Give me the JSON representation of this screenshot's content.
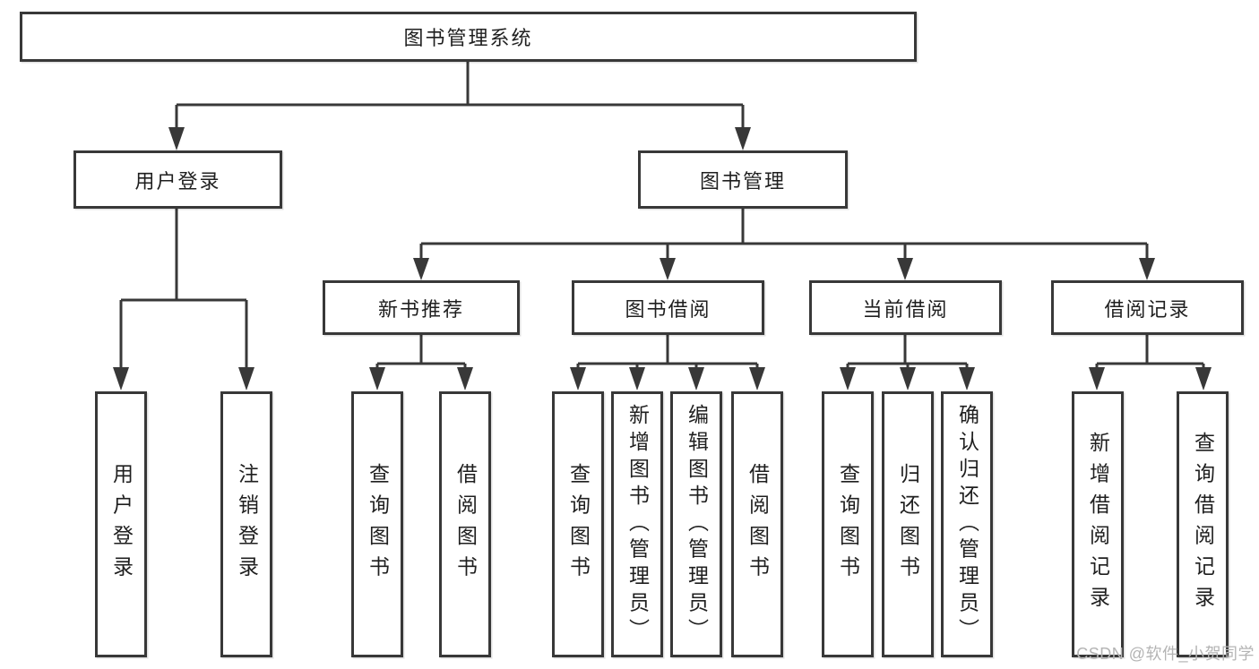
{
  "watermark": "CSDN @软件_小贺同学",
  "colors": {
    "line": "#383838",
    "box_border": "#383838",
    "text": "#1f1f1f",
    "watermark": "#b4b4b4",
    "background": "#ffffff"
  },
  "tree": {
    "label": "图书管理系统",
    "children": [
      {
        "label": "用户登录",
        "children": [
          {
            "label": "用户登录"
          },
          {
            "label": "注销登录"
          }
        ]
      },
      {
        "label": "图书管理",
        "children": [
          {
            "label": "新书推荐",
            "children": [
              {
                "label": "查询图书"
              },
              {
                "label": "借阅图书"
              }
            ]
          },
          {
            "label": "图书借阅",
            "children": [
              {
                "label": "查询图书"
              },
              {
                "label": "新增图书（管理员）"
              },
              {
                "label": "编辑图书（管理员）"
              },
              {
                "label": "借阅图书"
              }
            ]
          },
          {
            "label": "当前借阅",
            "children": [
              {
                "label": "查询图书"
              },
              {
                "label": "归还图书"
              },
              {
                "label": "确认归还（管理员）"
              }
            ]
          },
          {
            "label": "借阅记录",
            "children": [
              {
                "label": "新增借阅记录"
              },
              {
                "label": "查询借阅记录"
              }
            ]
          }
        ]
      }
    ]
  }
}
